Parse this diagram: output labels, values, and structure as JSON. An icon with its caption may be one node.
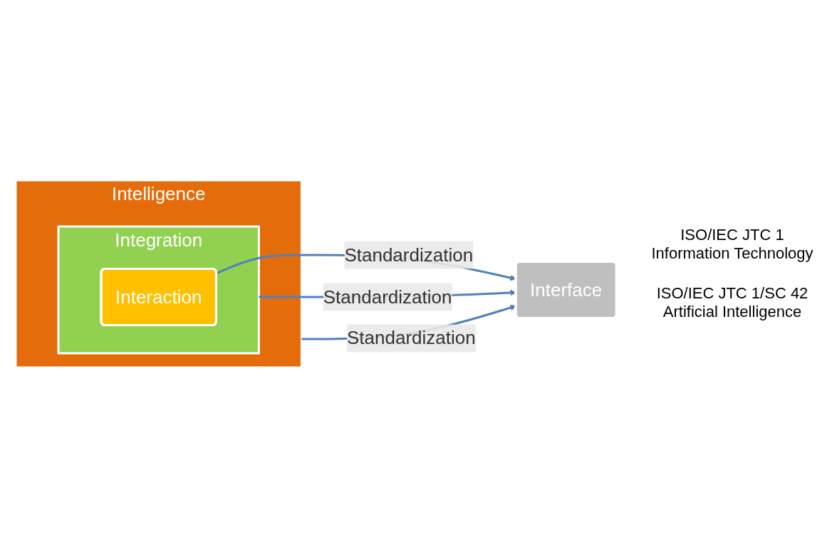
{
  "diagram": {
    "nodes": [
      {
        "text": [
          "Intelligence"
        ]
      },
      {
        "text": [
          "Integration"
        ],
        "in": 0
      },
      {
        "text": [
          "Interaction"
        ],
        "in": 1
      },
      {
        "text": [
          "Interface"
        ]
      }
    ],
    "edges": [
      {
        "from": 2,
        "to": 3,
        "arrow": "to",
        "label": "Standardization"
      },
      {
        "from": 1,
        "to": 3,
        "arrow": "to",
        "label": "Standardization"
      },
      {
        "from": 0,
        "to": 3,
        "arrow": "to",
        "label": "Standardization"
      }
    ],
    "labels": [
      "ISO/IEC JTC 1 Information Technology",
      "ISO/IEC JTC 1/SC 42 Artificial Intelligence"
    ]
  }
}
